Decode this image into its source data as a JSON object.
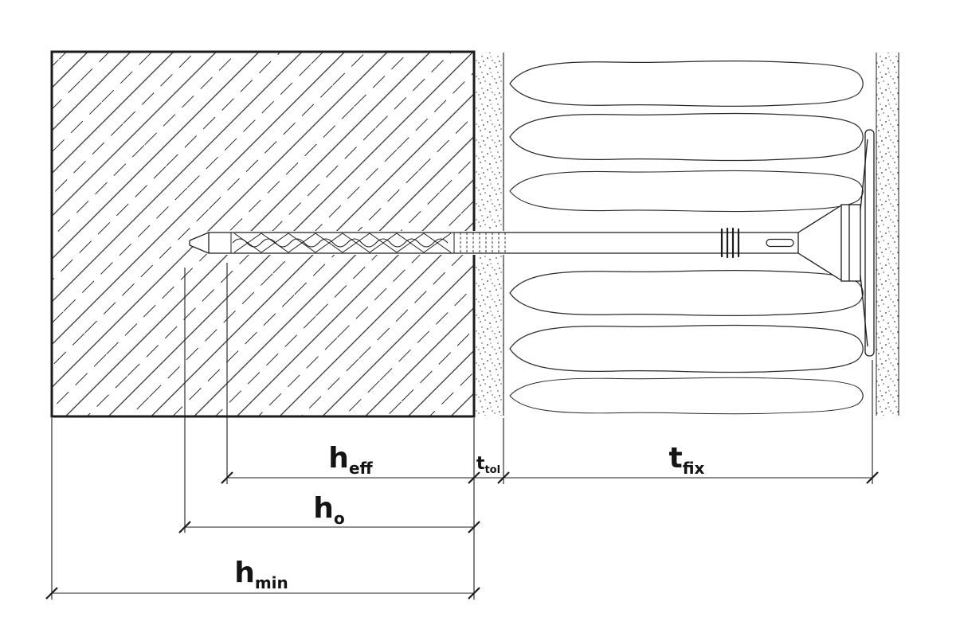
{
  "figure": {
    "kind": "technical cross-section diagram of an insulation anchor fixed through insulation into a base material"
  },
  "palette": {
    "line": "#1c1c1c",
    "hatch": "#2c2c2c",
    "text": "#141414",
    "background": "#ffffff"
  },
  "dimensions": {
    "h_eff": {
      "symbol": "h",
      "subscript": "eff"
    },
    "t_tol": {
      "symbol": "t",
      "subscript": "tol"
    },
    "t_fix": {
      "symbol": "t",
      "subscript": "fix"
    },
    "h_o": {
      "symbol": "h",
      "subscript": "o"
    },
    "h_min": {
      "symbol": "h",
      "subscript": "min"
    }
  }
}
